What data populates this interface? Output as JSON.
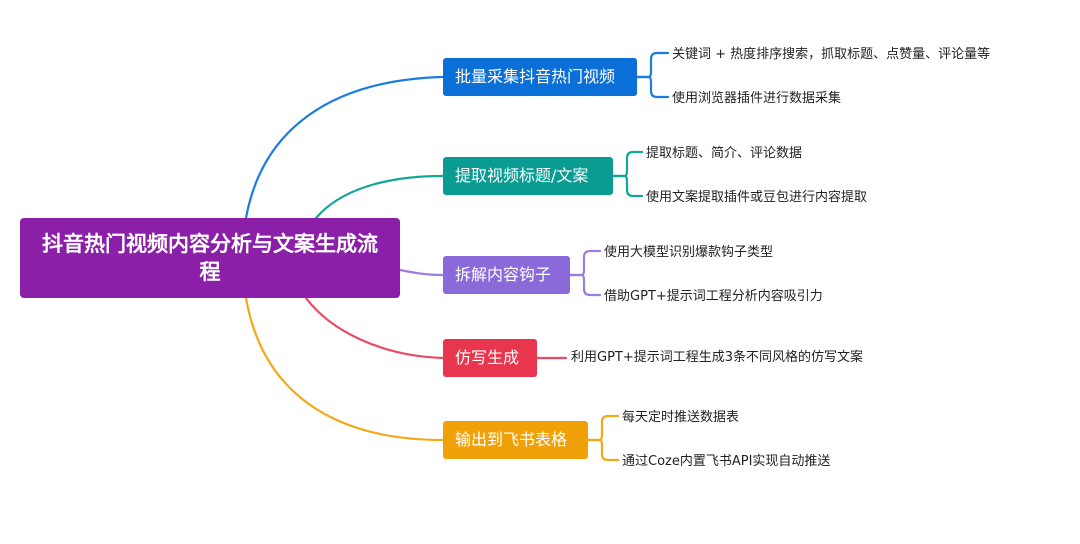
{
  "root": {
    "title": "抖音热门视频内容分析与文案生成流程",
    "color": "#8b1fa8"
  },
  "branches": [
    {
      "label": "批量采集抖音热门视频",
      "color": "#0b6fd8",
      "line": "#1b7de0",
      "leaves": [
        "关键词 + 热度排序搜索，抓取标题、点赞量、评论量等",
        "使用浏览器插件进行数据采集"
      ]
    },
    {
      "label": "提取视频标题/文案",
      "color": "#0a9c92",
      "line": "#13a59a",
      "leaves": [
        "提取标题、简介、评论数据",
        "使用文案提取插件或豆包进行内容提取"
      ]
    },
    {
      "label": "拆解内容钩子",
      "color": "#8a6ad9",
      "line": "#9b7ee0",
      "leaves": [
        "使用大模型识别爆款钩子类型",
        "借助GPT+提示词工程分析内容吸引力"
      ]
    },
    {
      "label": "仿写生成",
      "color": "#e8364e",
      "line": "#ea4a62",
      "leaves": [
        "利用GPT+提示词工程生成3条不同风格的仿写文案"
      ]
    },
    {
      "label": "输出到飞书表格",
      "color": "#f0a10a",
      "line": "#f2a818",
      "leaves": [
        "每天定时推送数据表",
        "通过Coze内置飞书API实现自动推送"
      ]
    }
  ]
}
